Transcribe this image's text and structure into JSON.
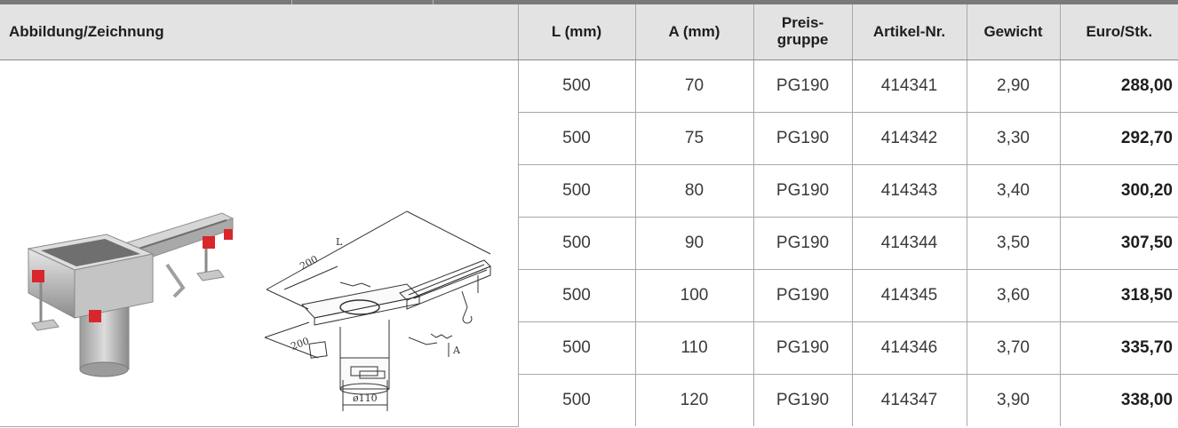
{
  "header": {
    "image": "Abbildung/Zeichnung",
    "length": "L (mm)",
    "height": "A (mm)",
    "pricegroup_1": "Preis-",
    "pricegroup_2": "gruppe",
    "article": "Artikel-Nr.",
    "weight": "Gewicht",
    "price": "Euro/Stk."
  },
  "drawing_labels": {
    "length": "L",
    "width_top": "200",
    "width_left": "200",
    "height": "A",
    "diameter": "ø110"
  },
  "rows": [
    {
      "l": "500",
      "a": "70",
      "pg": "PG190",
      "art": "414341",
      "w": "2,90",
      "price": "288,00"
    },
    {
      "l": "500",
      "a": "75",
      "pg": "PG190",
      "art": "414342",
      "w": "3,30",
      "price": "292,70"
    },
    {
      "l": "500",
      "a": "80",
      "pg": "PG190",
      "art": "414343",
      "w": "3,40",
      "price": "300,20"
    },
    {
      "l": "500",
      "a": "90",
      "pg": "PG190",
      "art": "414344",
      "w": "3,50",
      "price": "307,50"
    },
    {
      "l": "500",
      "a": "100",
      "pg": "PG190",
      "art": "414345",
      "w": "3,60",
      "price": "318,50"
    },
    {
      "l": "500",
      "a": "110",
      "pg": "PG190",
      "art": "414346",
      "w": "3,70",
      "price": "335,70"
    },
    {
      "l": "500",
      "a": "120",
      "pg": "PG190",
      "art": "414347",
      "w": "3,90",
      "price": "338,00"
    }
  ]
}
